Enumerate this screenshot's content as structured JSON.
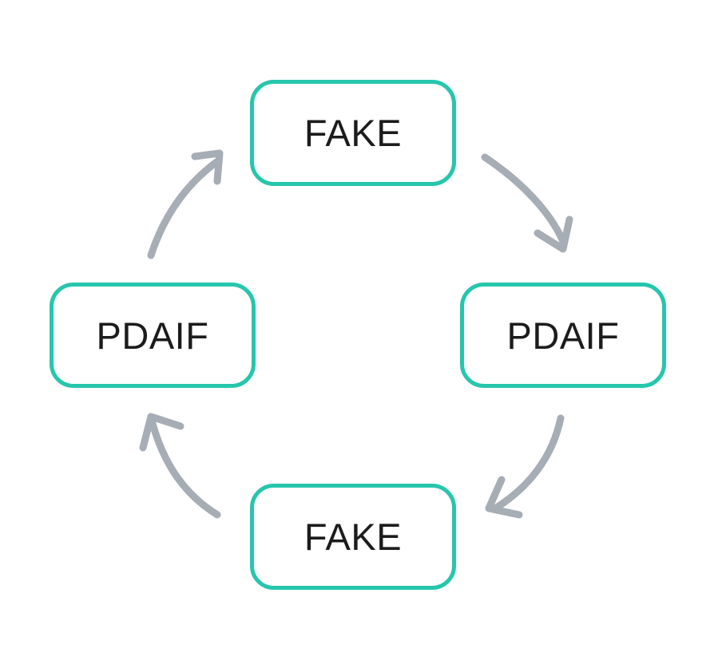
{
  "diagram": {
    "type": "cycle",
    "title": "",
    "background_color": "#ffffff",
    "node_border_color": "#26c6ac",
    "node_fill_color": "#ffffff",
    "node_text_color": "#1c1c1c",
    "arrow_color": "#a6adb5",
    "nodes": [
      {
        "id": "top",
        "label": "FAKE",
        "position": "top"
      },
      {
        "id": "right",
        "label": "PDAIF",
        "position": "right"
      },
      {
        "id": "bottom",
        "label": "FAKE",
        "position": "bottom"
      },
      {
        "id": "left",
        "label": "PDAIF",
        "position": "left"
      }
    ],
    "arrows": [
      {
        "id": "top-to-right",
        "from": "top",
        "to": "right",
        "direction": "clockwise",
        "name": "arrow-top-to-right"
      },
      {
        "id": "right-to-bottom",
        "from": "right",
        "to": "bottom",
        "direction": "clockwise",
        "name": "arrow-right-to-bottom"
      },
      {
        "id": "bottom-to-left",
        "from": "bottom",
        "to": "left",
        "direction": "clockwise",
        "name": "arrow-bottom-to-left"
      },
      {
        "id": "left-to-top",
        "from": "left",
        "to": "top",
        "direction": "clockwise",
        "name": "arrow-left-to-top"
      }
    ]
  }
}
